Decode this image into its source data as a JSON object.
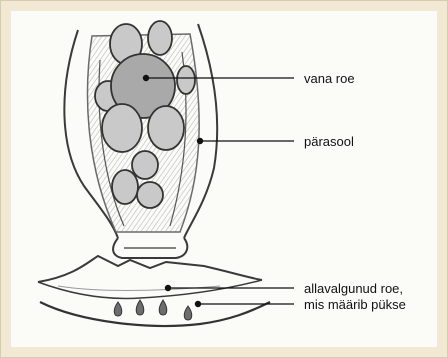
{
  "labels": {
    "old_stool": "vana roe",
    "rectum": "pärasool",
    "leaked_stool_line1": "allavalgunud roe,",
    "leaked_stool_line2": "mis määrib pükse"
  }
}
